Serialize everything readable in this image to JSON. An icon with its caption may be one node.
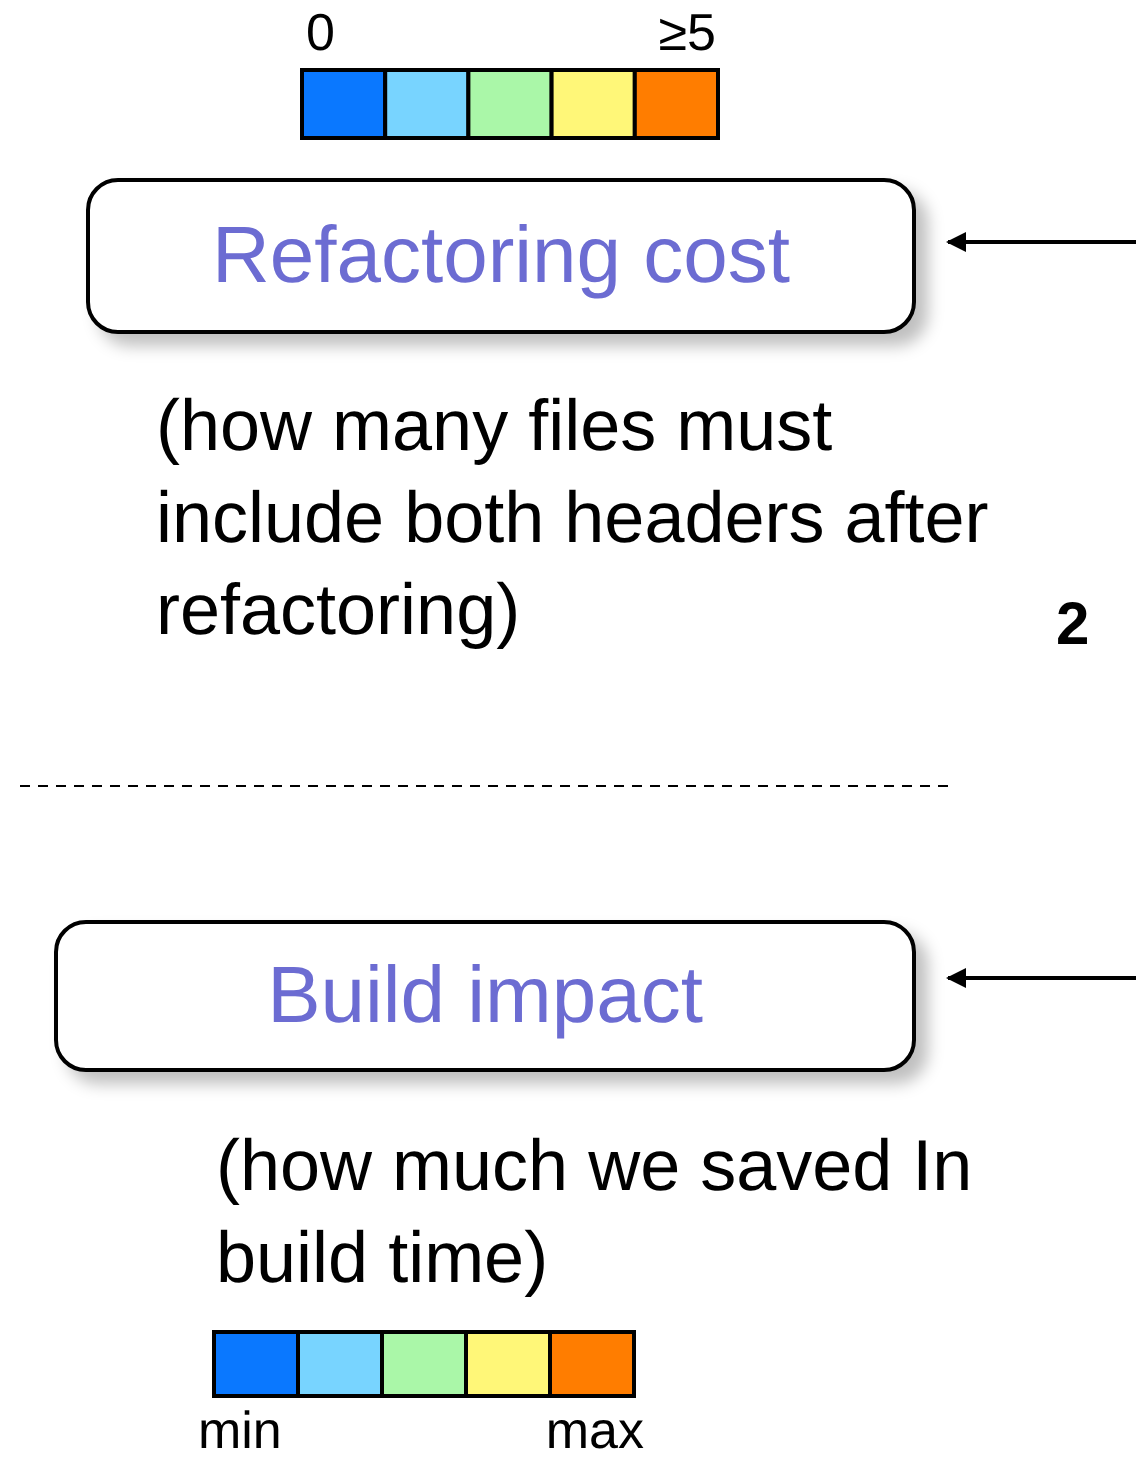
{
  "diagram": {
    "nodes": [
      {
        "text": [
          "Refactoring cost"
        ],
        "beside": [
          "(how many files must include both headers after refactoring)"
        ]
      },
      {
        "text": [
          "Build impact"
        ],
        "beside": [
          "(how much we saved In build time)"
        ]
      }
    ],
    "edges": [
      {
        "from": null,
        "to": 0,
        "arrow": "to"
      },
      {
        "from": null,
        "to": 1,
        "arrow": "to"
      }
    ],
    "labels": [
      "0",
      "≥5",
      "2",
      "min",
      "max"
    ]
  }
}
